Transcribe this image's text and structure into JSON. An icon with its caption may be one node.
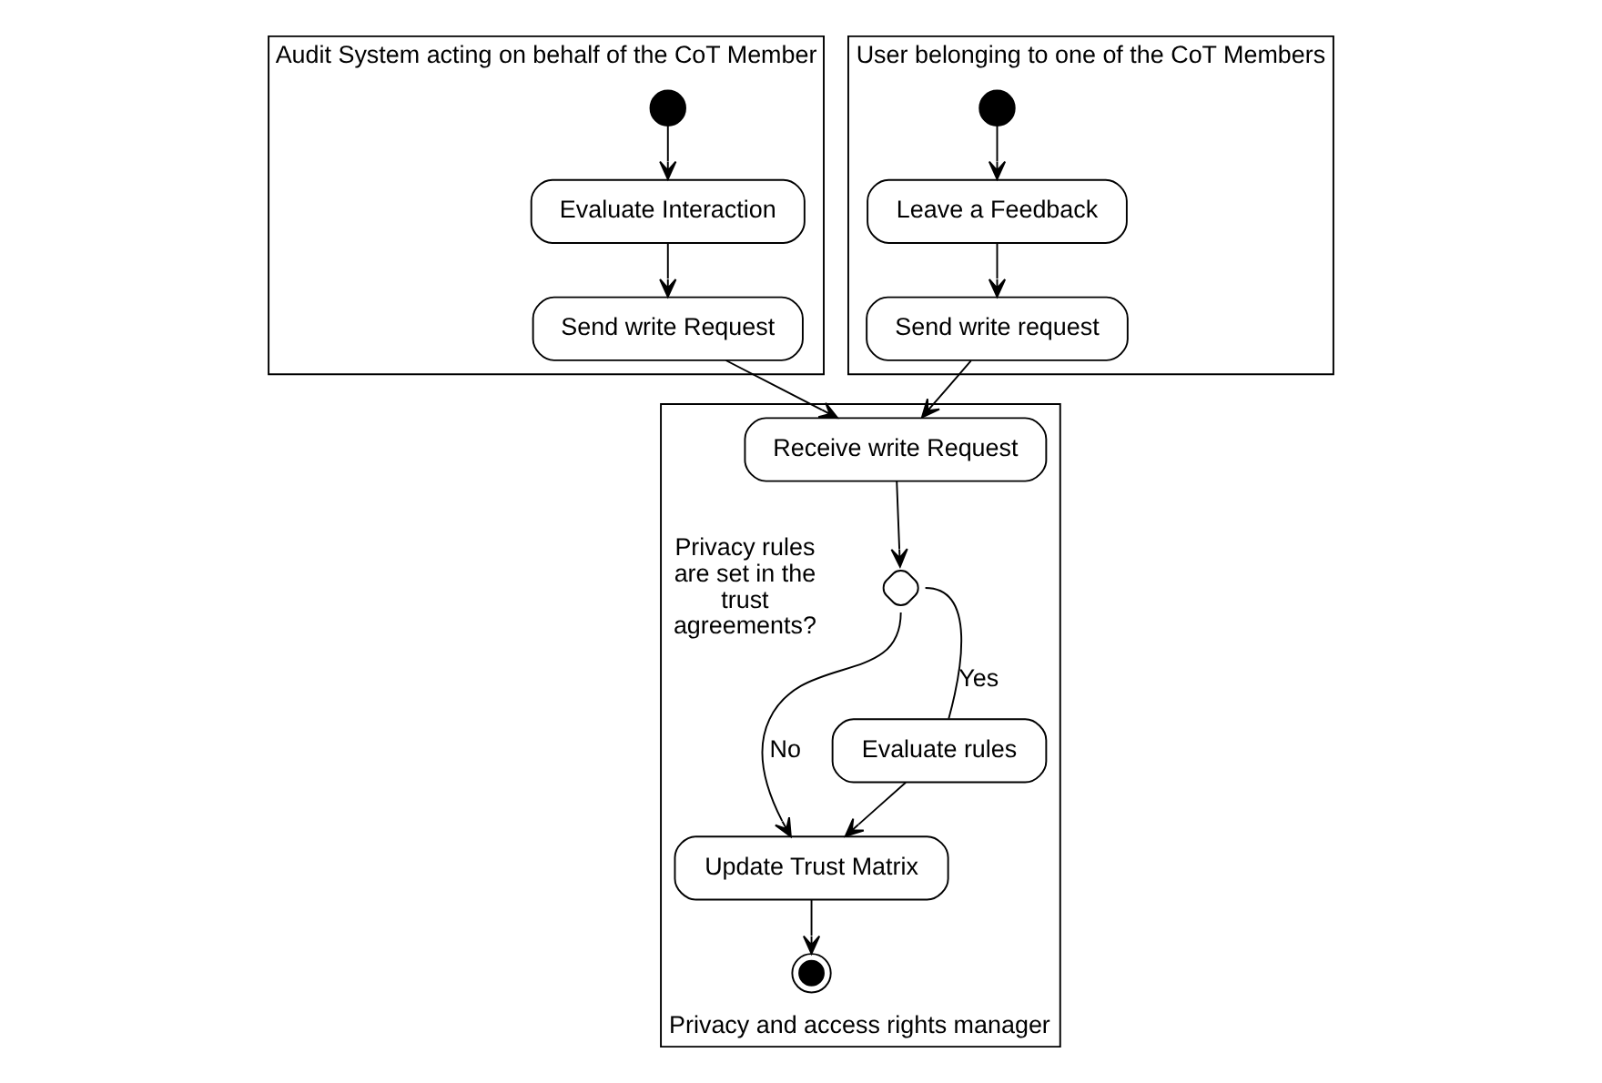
{
  "diagram": {
    "nodes": [
      {
        "text": [
          "Audit System acting on behalf of the CoT Member"
        ]
      },
      {
        "text": [],
        "shape": "circle",
        "in": 0
      },
      {
        "text": [
          "Evaluate Interaction"
        ],
        "in": 0
      },
      {
        "text": [
          "Send write Request"
        ],
        "in": 0
      },
      {
        "text": [
          "User belonging to one of the CoT Members"
        ]
      },
      {
        "text": [],
        "shape": "circle",
        "in": 4
      },
      {
        "text": [
          "Leave a Feedback"
        ],
        "in": 4
      },
      {
        "text": [
          "Send write request"
        ],
        "in": 4
      },
      {
        "text": [
          "Privacy and access rights manager"
        ]
      },
      {
        "text": [
          "Receive write Request"
        ],
        "in": 8
      },
      {
        "text": [],
        "shape": "diamond",
        "in": 8,
        "beside": [
          "Privacy rules are set in the trust agreements?"
        ]
      },
      {
        "text": [
          "Evaluate rules"
        ],
        "in": 8
      },
      {
        "text": [
          "Update Trust Matrix"
        ],
        "in": 8
      },
      {
        "text": [],
        "shape": "circle",
        "in": 8
      }
    ],
    "edges": [
      {
        "from": 1,
        "to": 2,
        "arrow": "to"
      },
      {
        "from": 2,
        "to": 3,
        "arrow": "to"
      },
      {
        "from": 5,
        "to": 6,
        "arrow": "to"
      },
      {
        "from": 6,
        "to": 7,
        "arrow": "to"
      },
      {
        "from": 3,
        "to": 9,
        "arrow": "to"
      },
      {
        "from": 7,
        "to": 9,
        "arrow": "to"
      },
      {
        "from": 9,
        "to": 10,
        "arrow": "to"
      },
      {
        "from": 10,
        "to": 11,
        "label": "Yes",
        "arrow": "none"
      },
      {
        "from": 11,
        "to": 12,
        "arrow": "to"
      },
      {
        "from": 10,
        "to": 12,
        "label": "No",
        "arrow": "to"
      },
      {
        "from": 12,
        "to": 13,
        "arrow": "to"
      }
    ]
  }
}
